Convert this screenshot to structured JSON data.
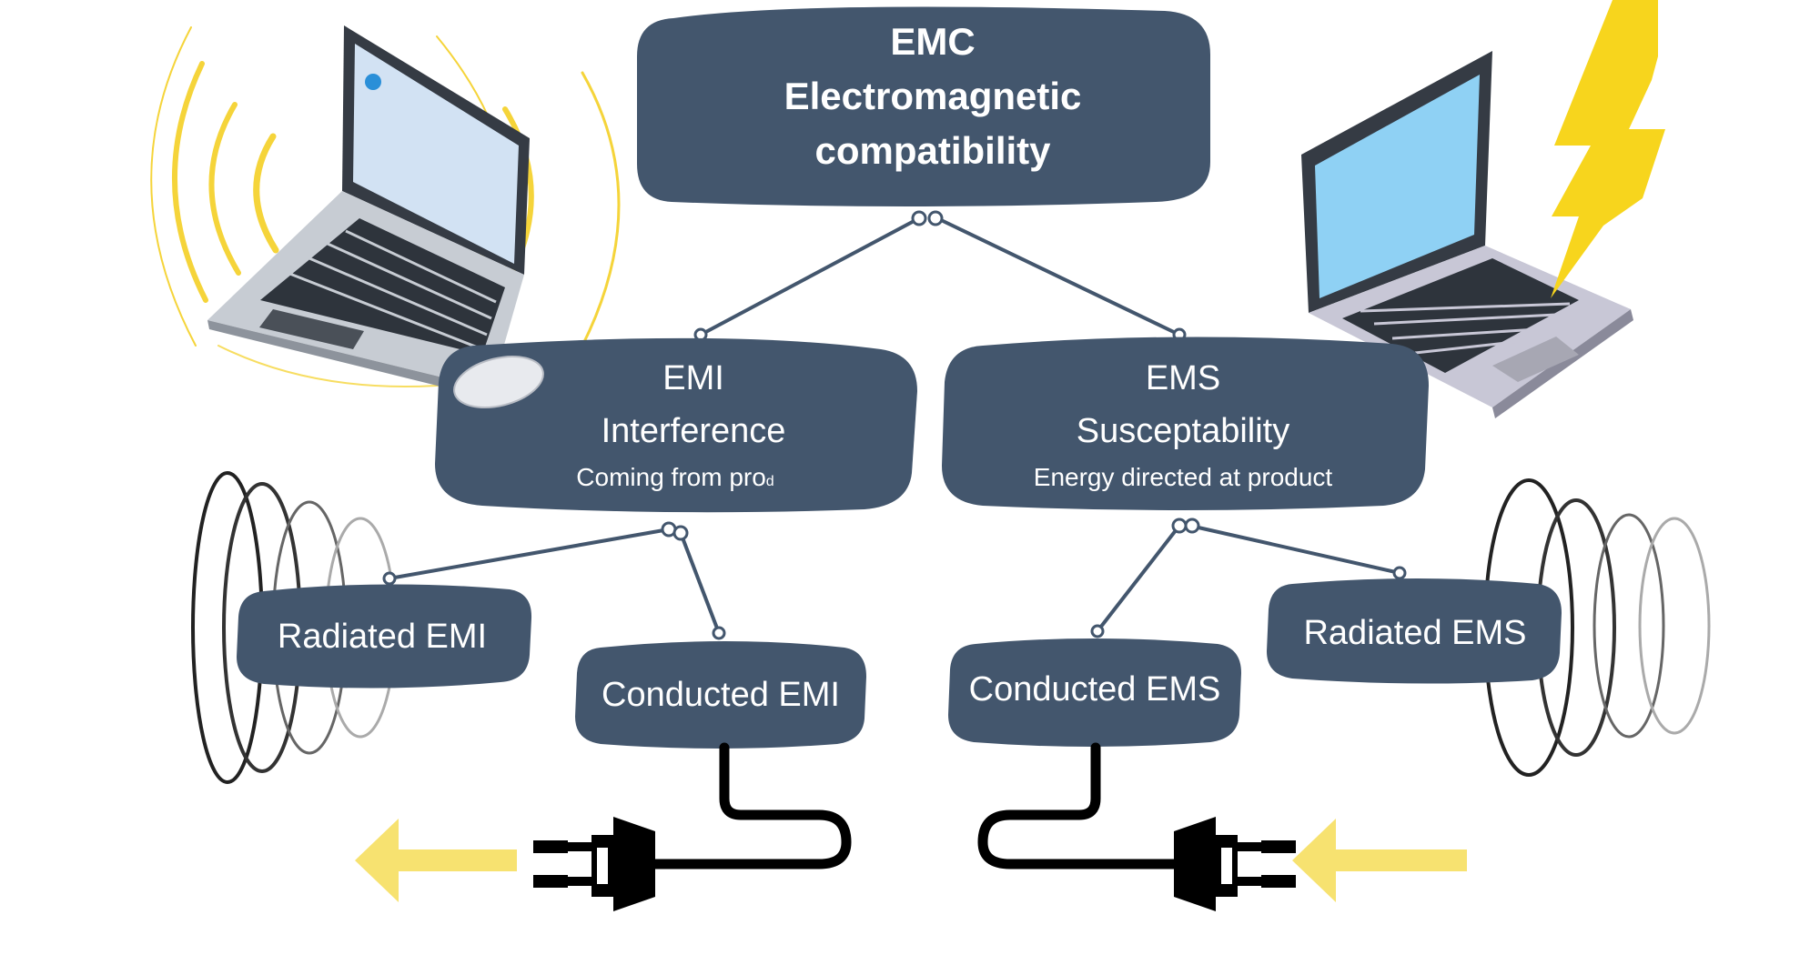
{
  "colors": {
    "box_fill": "#43566d",
    "box_text": "#ffffff",
    "connector": "#43566d",
    "wave_yellow": "#f5d43a",
    "arrow_yellow": "#f7e270",
    "lightning": "#f7d51d",
    "ring_dark": "#222222",
    "screen_left": "#d2e2f3",
    "screen_right": "#8fd1f4",
    "laptop_dark": "#353b44",
    "laptop_body": "#c7ccd3"
  },
  "nodes": {
    "emc": {
      "lines": [
        "EMC",
        "Electromagnetic",
        "compatibility"
      ]
    },
    "emi": {
      "title": "EMI",
      "subtitle": "Interference",
      "note": "Coming from pro",
      "note_suffix": "d"
    },
    "ems": {
      "title": "EMS",
      "subtitle": "Susceptability",
      "note": "Energy directed at product"
    },
    "radiated_emi": {
      "label": "Radiated EMI"
    },
    "conducted_emi": {
      "label": "Conducted EMI"
    },
    "conducted_ems": {
      "label": "Conducted EMS"
    },
    "radiated_ems": {
      "label": "Radiated EMS"
    }
  },
  "icons": [
    "laptop-emitting-icon",
    "laptop-lightning-icon",
    "lightning-bolt-icon",
    "mouse-icon",
    "radiating-rings-icon",
    "power-plug-icon",
    "arrow-left-icon"
  ]
}
